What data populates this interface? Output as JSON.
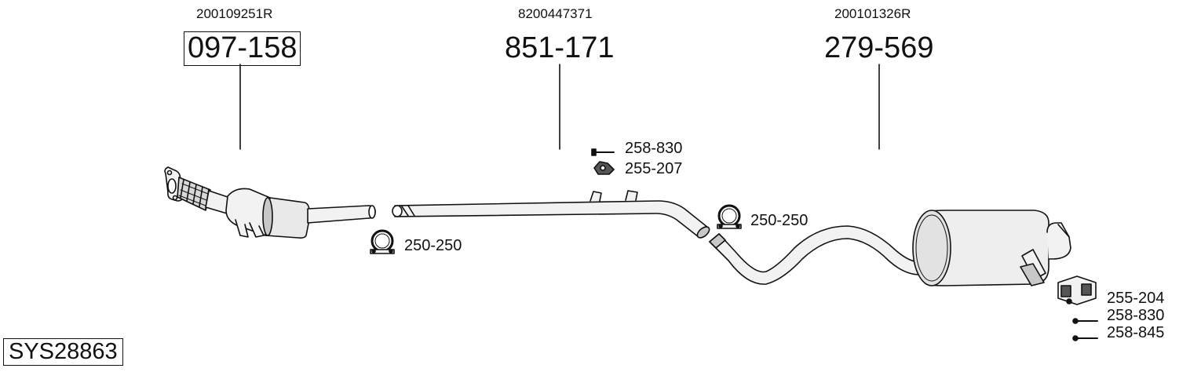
{
  "diagram_code": "SYS28863",
  "sections": [
    {
      "oem": "200109251R",
      "part": "097-158"
    },
    {
      "oem": "8200447371",
      "part": "851-171"
    },
    {
      "oem": "200101326R",
      "part": "279-569"
    }
  ],
  "fittings": {
    "clamp_front": "250-250",
    "clamp_rear": "250-250",
    "bolt_mid": "258-830",
    "mount_mid": "255-207",
    "mount_rear": "255-204",
    "bolt_rear": "258-830",
    "bolt_rear_2": "258-845"
  },
  "colors": {
    "line": "#111111",
    "part_fill": "#f2f2f2",
    "shade": "#c8c8c8"
  }
}
